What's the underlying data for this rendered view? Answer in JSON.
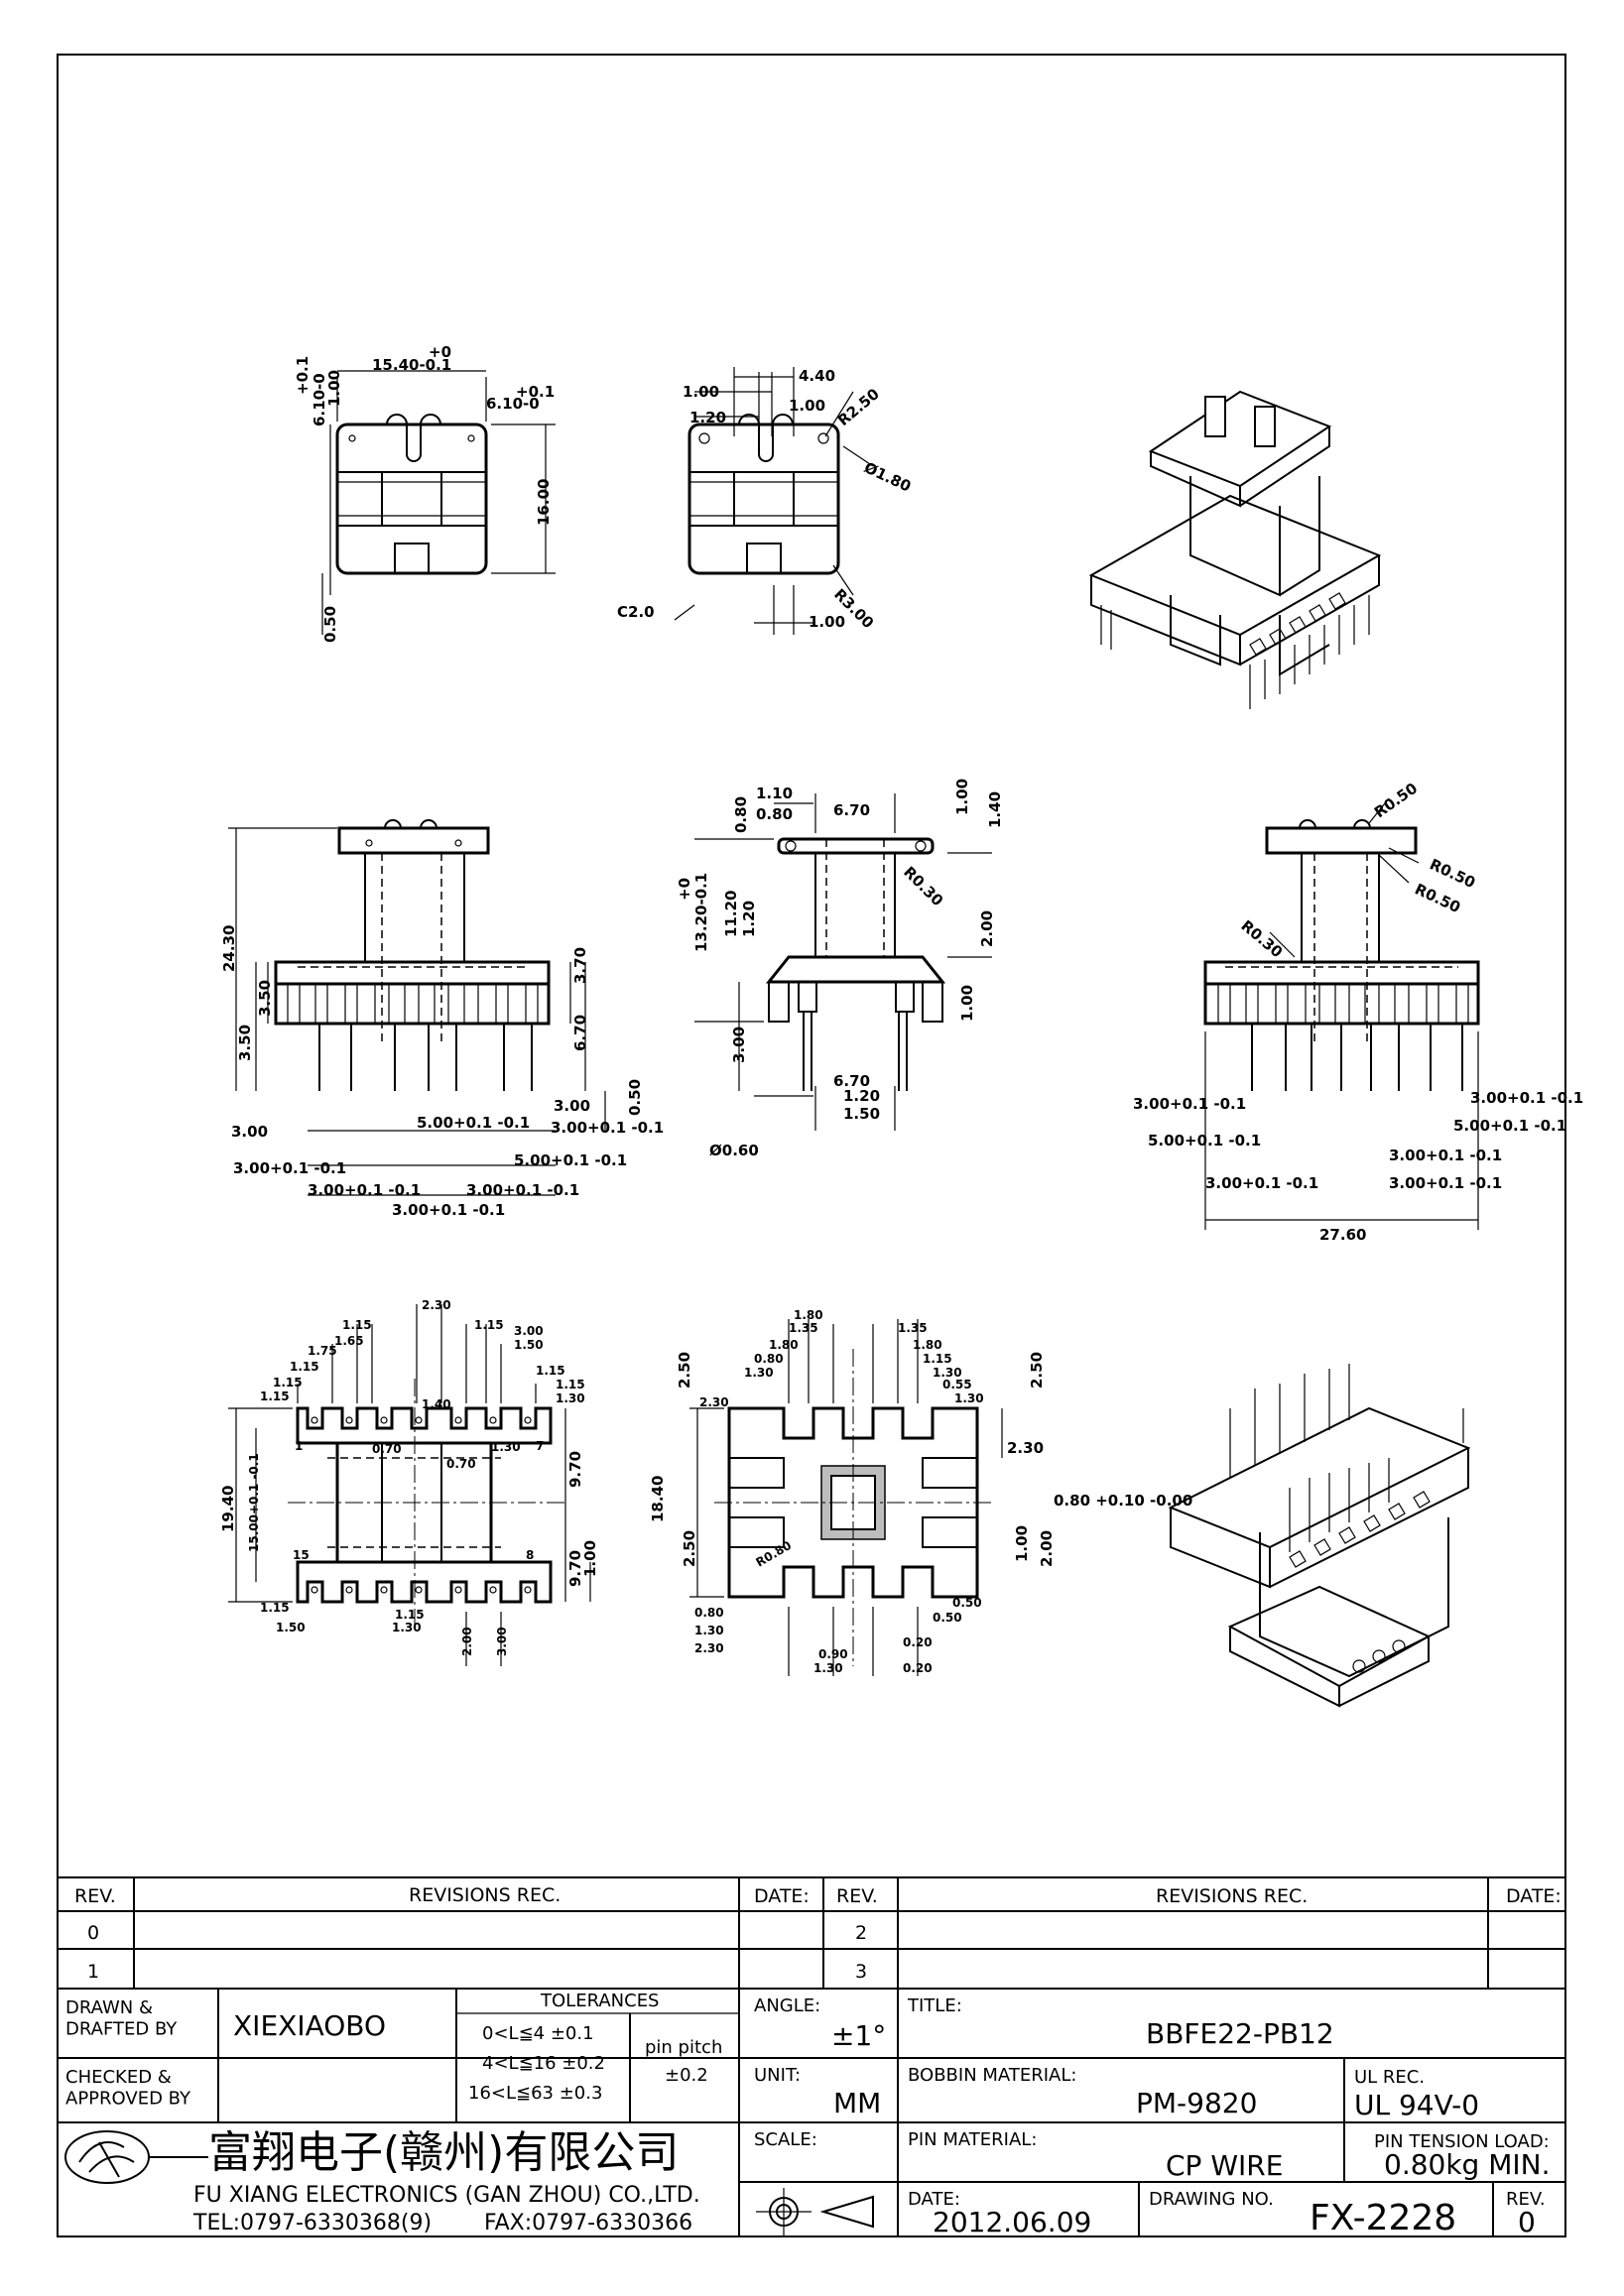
{
  "drawing": {
    "view_top_left": {
      "dims": [
        "+0",
        "15.40-0.1",
        "+0.1",
        "6.10-0",
        "+0.1",
        "6.10-0",
        "1.00",
        "16.00",
        "0.50"
      ]
    },
    "view_top_mid": {
      "dims": [
        "4.40",
        "1.00",
        "1.00",
        "1.20",
        "R2.50",
        "Ø1.80",
        "C2.0",
        "R3.00",
        "1.00"
      ]
    },
    "view_front_left": {
      "dims": [
        "24.30",
        "3.50",
        "3.50",
        "3.70",
        "6.70",
        "0.50",
        "3.00",
        "3.00",
        "5.00+0.1 -0.1",
        "3.00+0.1 -0.1",
        "3.00+0.1 -0.1",
        "3.00+0.1 -0.1",
        "5.00+0.1 -0.1",
        "3.00+0.1 -0.1",
        "3.00+0.1 -0.1"
      ]
    },
    "view_side_mid": {
      "dims": [
        "1.10",
        "0.80",
        "0.80",
        "6.70",
        "1.00",
        "1.40",
        "+0",
        "13.20-0.1",
        "11.20",
        "1.20",
        "R0.30",
        "2.00",
        "3.00",
        "1.00",
        "6.70",
        "1.20",
        "1.50",
        "Ø0.60"
      ]
    },
    "view_front_right": {
      "dims": [
        "R0.50",
        "R0.50",
        "R0.50",
        "R0.30",
        "3.00+0.1 -0.1",
        "3.00+0.1 -0.1",
        "5.00+0.1 -0.1",
        "5.00+0.1 -0.1",
        "3.00+0.1 -0.1",
        "3.00+0.1 -0.1",
        "3.00+0.1 -0.1",
        "27.60"
      ]
    },
    "view_bottom_left": {
      "dims": [
        "2.30",
        "1.15",
        "1.15",
        "3.00",
        "1.50",
        "1.75",
        "1.65",
        "1.15",
        "1.15",
        "1.15",
        "1.15",
        "1.15",
        "1.30",
        "1.40",
        "0.70",
        "0.70",
        "1.30",
        "19.40",
        "15.00+0.1 -0.1",
        "9.70",
        "9.70",
        "1.00",
        "1.15",
        "1.50",
        "1.15",
        "1.30",
        "2.00",
        "3.00"
      ],
      "pins": [
        "1",
        "7",
        "15",
        "8"
      ]
    },
    "view_bottom_mid": {
      "dims": [
        "1.80",
        "1.35",
        "1.35",
        "1.80",
        "1.80",
        "0.80",
        "1.15",
        "1.30",
        "1.30",
        "0.55",
        "1.30",
        "2.50",
        "2.30",
        "2.50",
        "2.30",
        "18.40",
        "0.80 +0.10 -0.00",
        "2.50",
        "R0.80",
        "1.00",
        "2.00",
        "0.50",
        "0.50",
        "0.80",
        "1.30",
        "2.30",
        "0.90",
        "1.30",
        "0.20",
        "0.20"
      ]
    }
  },
  "title_block": {
    "rev_header_1": "REV.",
    "rec_header_1": "REVISIONS   REC.",
    "date_header_1": "DATE:",
    "rev_header_2": "REV.",
    "rec_header_2": "REVISIONS   REC.",
    "date_header_2": "DATE:",
    "rev_rows_left": [
      "0",
      "1"
    ],
    "rev_rows_right": [
      "2",
      "3"
    ],
    "drawn_label": "DRAWN  &\nDRAFTED  BY",
    "drawn_value": "XIEXIAOBO",
    "checked_label": "CHECKED  &\nAPPROVED  BY",
    "tolerances_label": "TOLERANCES",
    "tol_rows": [
      "0<L≦4    ±0.1",
      "4<L≦16  ±0.2",
      "16<L≦63  ±0.3"
    ],
    "pin_pitch_label": "pin  pitch",
    "pin_pitch_value": "±0.2",
    "angle_label": "ANGLE:",
    "angle_value": "±1°",
    "unit_label": "UNIT:",
    "unit_value": "MM",
    "scale_label": "SCALE:",
    "title_label": "TITLE:",
    "title_value": "BBFE22-PB12",
    "bobbin_label": "BOBBIN  MATERIAL:",
    "bobbin_value": "PM-9820",
    "ul_label": "UL  REC.",
    "ul_value": "UL  94V-0",
    "pin_material_label": "PIN  MATERIAL:",
    "pin_material_value": "CP  WIRE",
    "pin_tension_label": "PIN  TENSION  LOAD:",
    "pin_tension_value": "0.80kg  MIN.",
    "date_label": "DATE:",
    "date_value": "2012.06.09",
    "drawing_no_label": "DRAWING  NO.",
    "drawing_no_value": "FX-2228",
    "rev_label": "REV.",
    "rev_value": "0",
    "company_cn": "富翔电子(赣州)有限公司",
    "company_en": "FU  XIANG  ELECTRONICS  (GAN  ZHOU)  CO.,LTD.",
    "tel": "TEL:0797-6330368(9)",
    "fax": "FAX:0797-6330366"
  }
}
